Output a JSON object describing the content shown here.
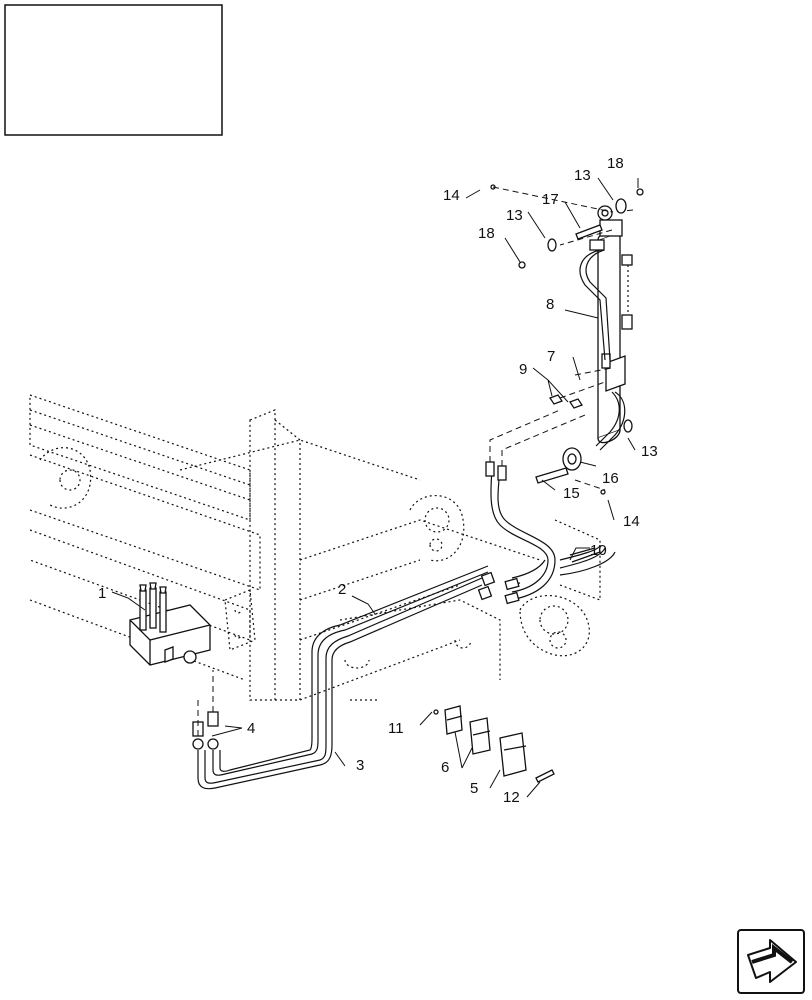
{
  "diagram": {
    "callouts": [
      {
        "id": "c1",
        "label": "1"
      },
      {
        "id": "c2",
        "label": "2"
      },
      {
        "id": "c3",
        "label": "3"
      },
      {
        "id": "c4",
        "label": "4"
      },
      {
        "id": "c5",
        "label": "5"
      },
      {
        "id": "c6",
        "label": "6"
      },
      {
        "id": "c7",
        "label": "7"
      },
      {
        "id": "c8",
        "label": "8"
      },
      {
        "id": "c9",
        "label": "9"
      },
      {
        "id": "c10",
        "label": "10"
      },
      {
        "id": "c11",
        "label": "11"
      },
      {
        "id": "c12",
        "label": "12"
      },
      {
        "id": "c13a",
        "label": "13"
      },
      {
        "id": "c13b",
        "label": "13"
      },
      {
        "id": "c13c",
        "label": "13"
      },
      {
        "id": "c14a",
        "label": "14"
      },
      {
        "id": "c14b",
        "label": "14"
      },
      {
        "id": "c15",
        "label": "15"
      },
      {
        "id": "c16",
        "label": "16"
      },
      {
        "id": "c17",
        "label": "17"
      },
      {
        "id": "c18a",
        "label": "18"
      },
      {
        "id": "c18b",
        "label": "18"
      }
    ]
  },
  "icons": {
    "title_box": "empty-title-frame",
    "nav": "next-page-arrow-icon"
  }
}
